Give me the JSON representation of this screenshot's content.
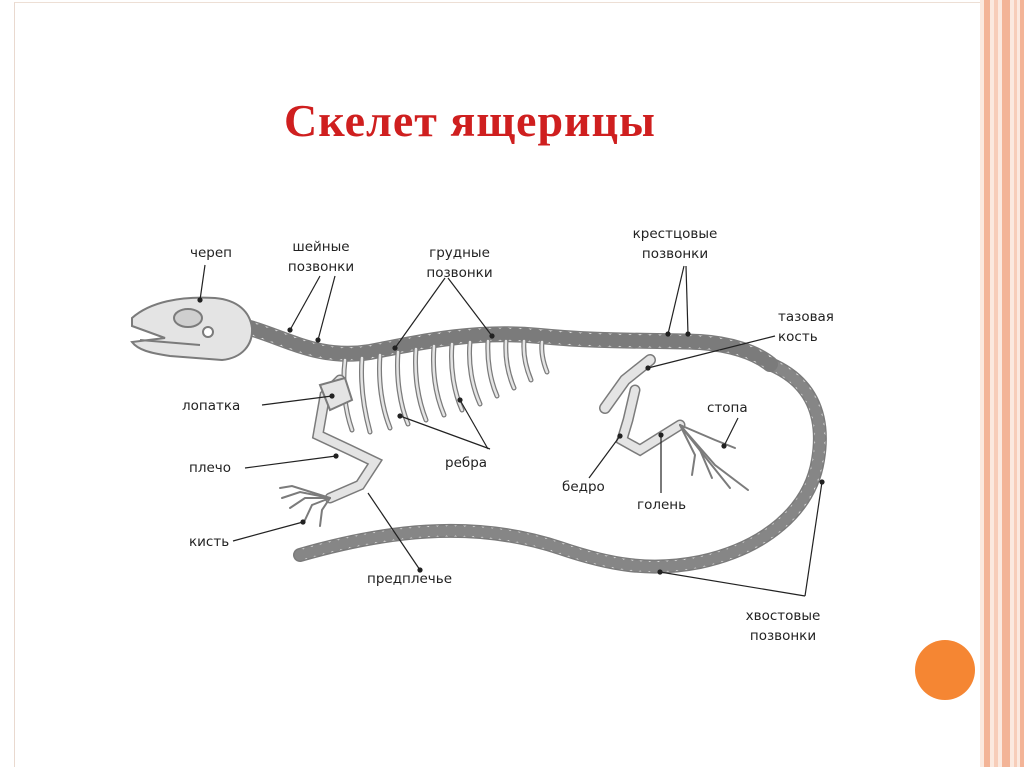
{
  "title": "Скелет ящерицы",
  "labels": {
    "skull": "череп",
    "cervical_1": "шейные",
    "cervical_2": "позвонки",
    "thoracic_1": "грудные",
    "thoracic_2": "позвонки",
    "sacral_1": "крестцовые",
    "sacral_2": "позвонки",
    "pelvic_1": "тазовая",
    "pelvic_2": "кость",
    "scapula": "лопатка",
    "humerus": "плечо",
    "hand": "кисть",
    "forearm": "предплечье",
    "ribs": "ребра",
    "femur": "бедро",
    "shin": "голень",
    "foot": "стопа",
    "caudal_1": "хвостовые",
    "caudal_2": "позвонки"
  },
  "colors": {
    "title": "#cf1f1f",
    "accent_circle": "#f58633",
    "stripe_1": "#f3b497",
    "stripe_2": "#f7cdb9",
    "bone_fill": "#e4e4e4",
    "bone_stroke": "#7b7b7b"
  }
}
